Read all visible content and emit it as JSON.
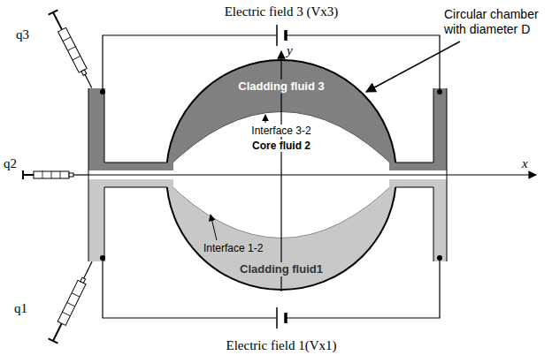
{
  "diagram": {
    "labels": [
      "Electric field 3 (Vx3)",
      "q3",
      "y",
      "Circular chamber with diameter D",
      "Cladding fluid 3",
      "Interface 3-2",
      "Core fluid 2",
      "q2",
      "x",
      "Interface 1-2",
      "Cladding fluid1",
      "q1",
      "Electric field 1(Vx1)"
    ]
  }
}
